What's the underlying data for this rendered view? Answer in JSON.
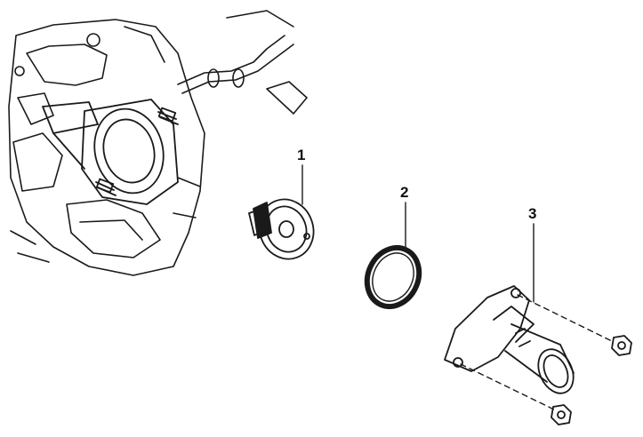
{
  "diagram": {
    "callouts": [
      {
        "label": "1",
        "part": "thermostat"
      },
      {
        "label": "2",
        "part": "sealing-ring"
      },
      {
        "label": "3",
        "part": "thermostat-housing-cover"
      }
    ]
  },
  "colors": {
    "ink": "#1a1a1a",
    "paper": "#ffffff"
  }
}
